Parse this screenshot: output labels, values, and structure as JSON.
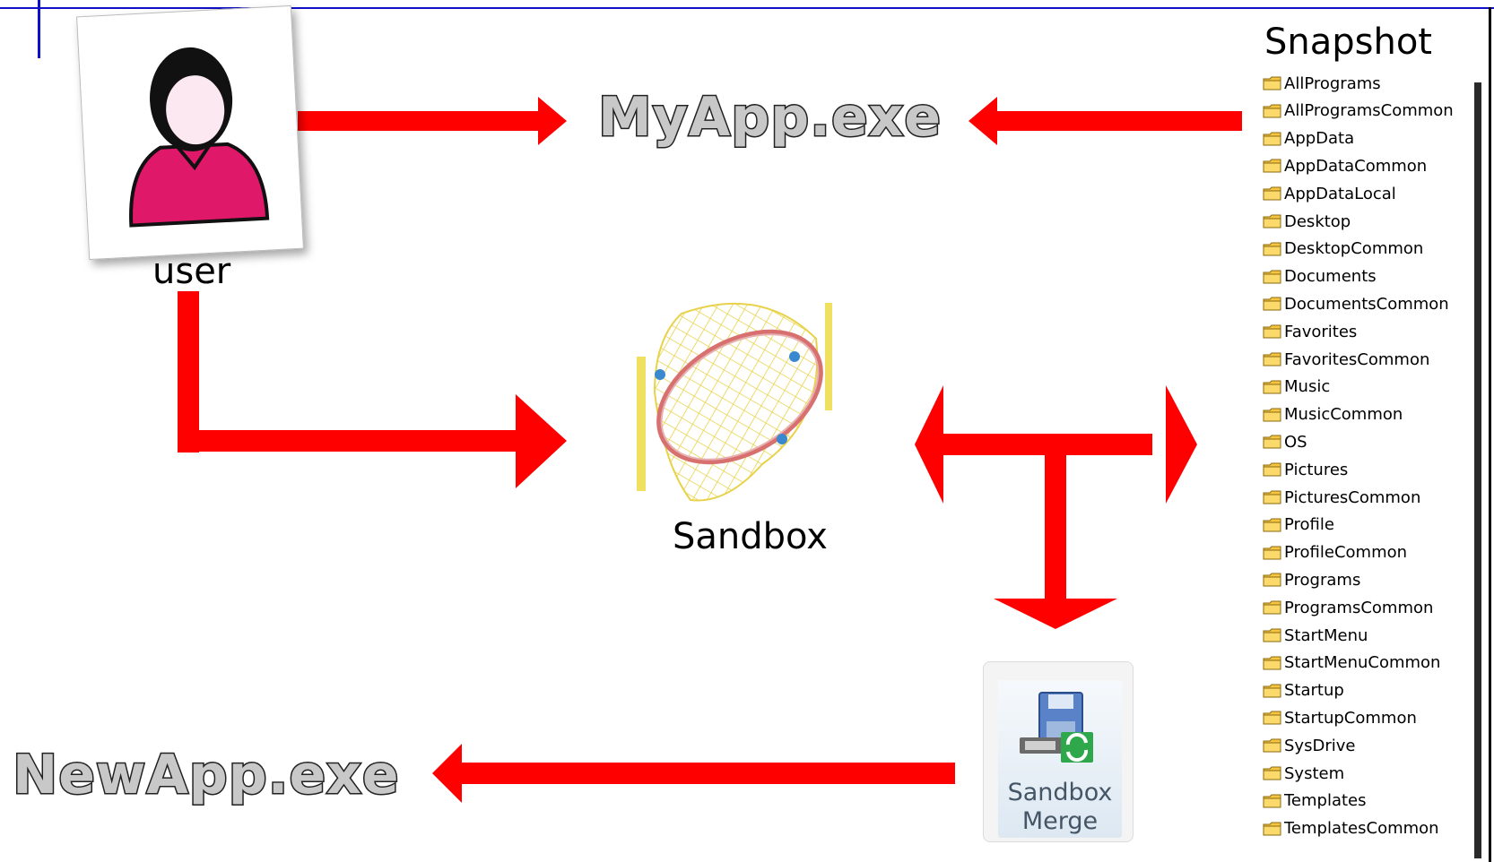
{
  "labels": {
    "myapp": "MyApp.exe",
    "newapp": "NewApp.exe",
    "user": "user",
    "sandbox": "Sandbox",
    "snapshot": "Snapshot",
    "merge_line1": "Sandbox",
    "merge_line2": "Merge"
  },
  "folders": [
    "AllPrograms",
    "AllProgramsCommon",
    "AppData",
    "AppDataCommon",
    "AppDataLocal",
    "Desktop",
    "DesktopCommon",
    "Documents",
    "DocumentsCommon",
    "Favorites",
    "FavoritesCommon",
    "Music",
    "MusicCommon",
    "OS",
    "Pictures",
    "PicturesCommon",
    "Profile",
    "ProfileCommon",
    "Programs",
    "ProgramsCommon",
    "StartMenu",
    "StartMenuCommon",
    "Startup",
    "StartupCommon",
    "SysDrive",
    "System",
    "Templates",
    "TemplatesCommon"
  ],
  "colors": {
    "arrow": "#ff0000",
    "frame": "#1010c8",
    "folder": "#f5c542"
  }
}
